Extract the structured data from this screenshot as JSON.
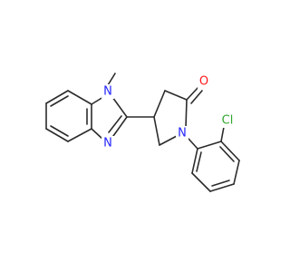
{
  "molecule": {
    "atom_labels": {
      "methyl_n": "N",
      "imidazole_n": "N",
      "lactam_n": "N",
      "carbonyl_o": "O",
      "chloro": "Cl"
    },
    "colors": {
      "bond": "#2b2b2b",
      "nitrogen": "#2323ff",
      "oxygen": "#ff1a1a",
      "chlorine": "#2fa82f",
      "background": "#ffffff"
    }
  }
}
